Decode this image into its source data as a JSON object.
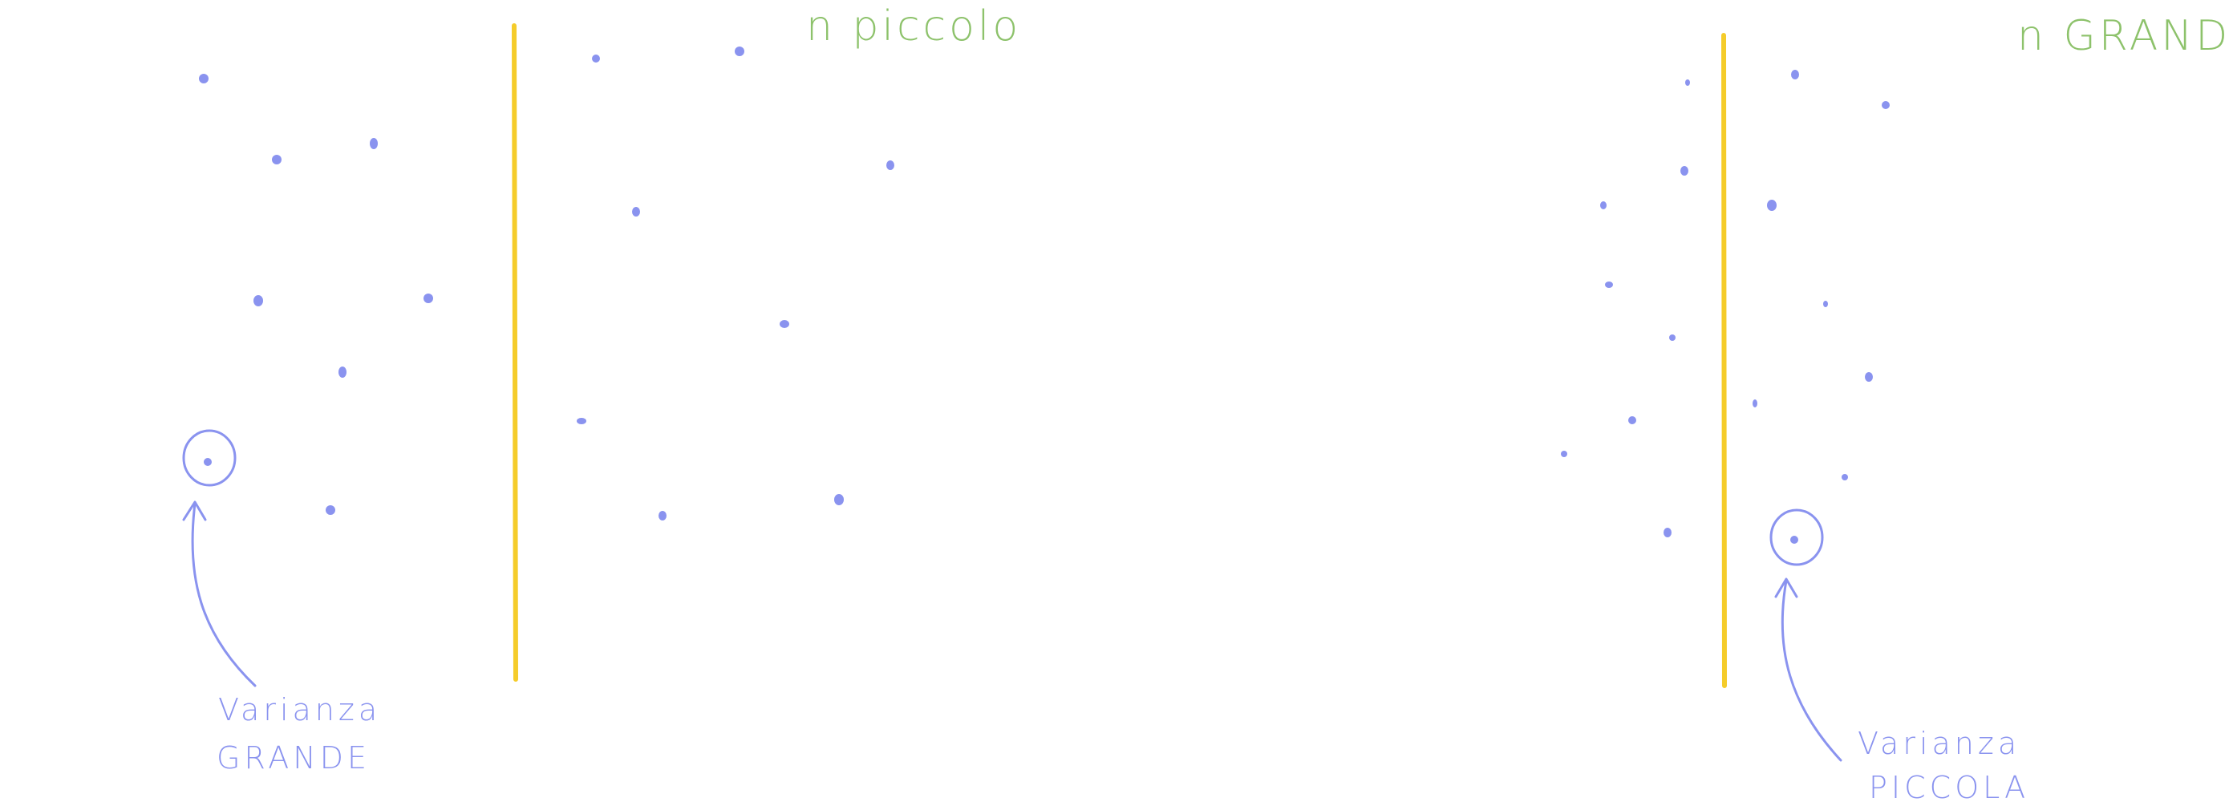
{
  "colors": {
    "background": "#ffffff",
    "axis_line": "#f5cc2a",
    "points": "#8a93ef",
    "title_text": "#8dc26b",
    "annotation": "#8a93ef"
  },
  "panels": [
    {
      "title": "n piccolo",
      "annotation": {
        "line1": "Varianza",
        "line2": "GRANDE"
      }
    },
    {
      "title": "n GRANDE",
      "annotation": {
        "line1": "Varianza",
        "line2": "PICCOLA"
      }
    }
  ]
}
